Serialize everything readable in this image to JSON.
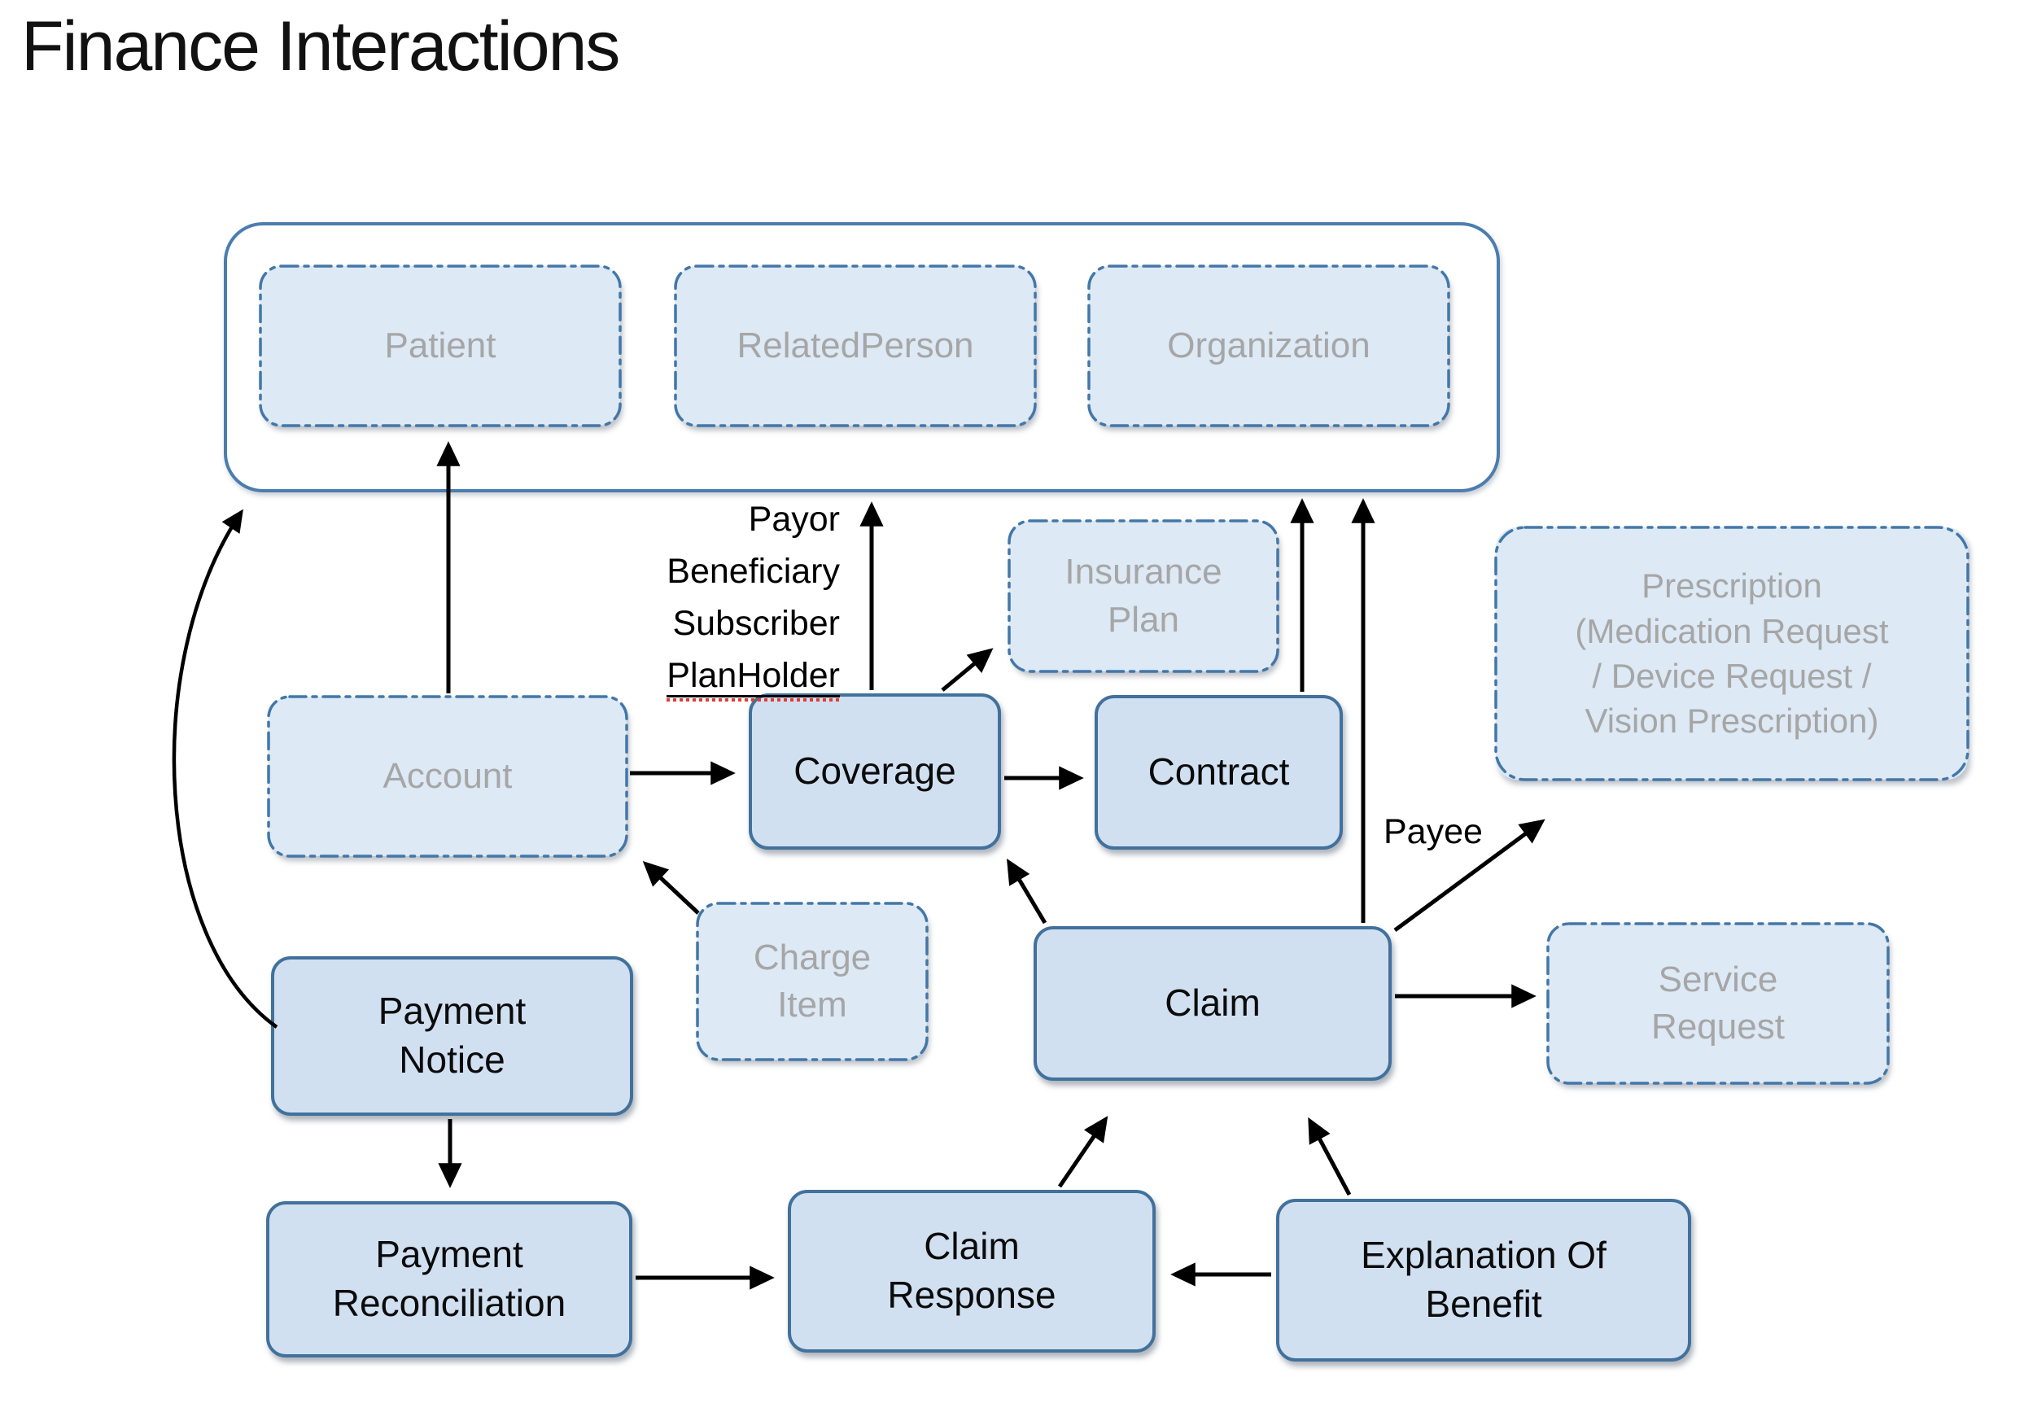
{
  "title": "Finance Interactions",
  "colors": {
    "node_border_blue": "#41719c",
    "container_border_blue": "#4b7dae",
    "solid_node_fill": "#d1e0f1",
    "dashed_node_fill": "#dde9f5",
    "reference_text_gray": "#a6a6a6",
    "label_text_black": "#000000",
    "arrow_black": "#000000",
    "spellcheck_red": "#e03c31"
  },
  "party_group": {
    "patient": "Patient",
    "related_person": "RelatedPerson",
    "organization": "Organization"
  },
  "nodes": {
    "insurance_plan": "Insurance\nPlan",
    "prescription": "Prescription\n(Medication Request\n/ Device Request /\nVision Prescription)",
    "account": "Account",
    "coverage": "Coverage",
    "contract": "Contract",
    "charge_item": "Charge\nItem",
    "claim": "Claim",
    "service_request": "Service\nRequest",
    "payment_notice": "Payment\nNotice",
    "payment_reconciliation": "Payment\nReconciliation",
    "claim_response": "Claim\nResponse",
    "explanation_of_benefit": "Explanation Of\nBenefit"
  },
  "edge_labels": {
    "coverage_roles": [
      "Payor",
      "Beneficiary",
      "Subscriber",
      "PlanHolder"
    ],
    "payee": "Payee"
  }
}
